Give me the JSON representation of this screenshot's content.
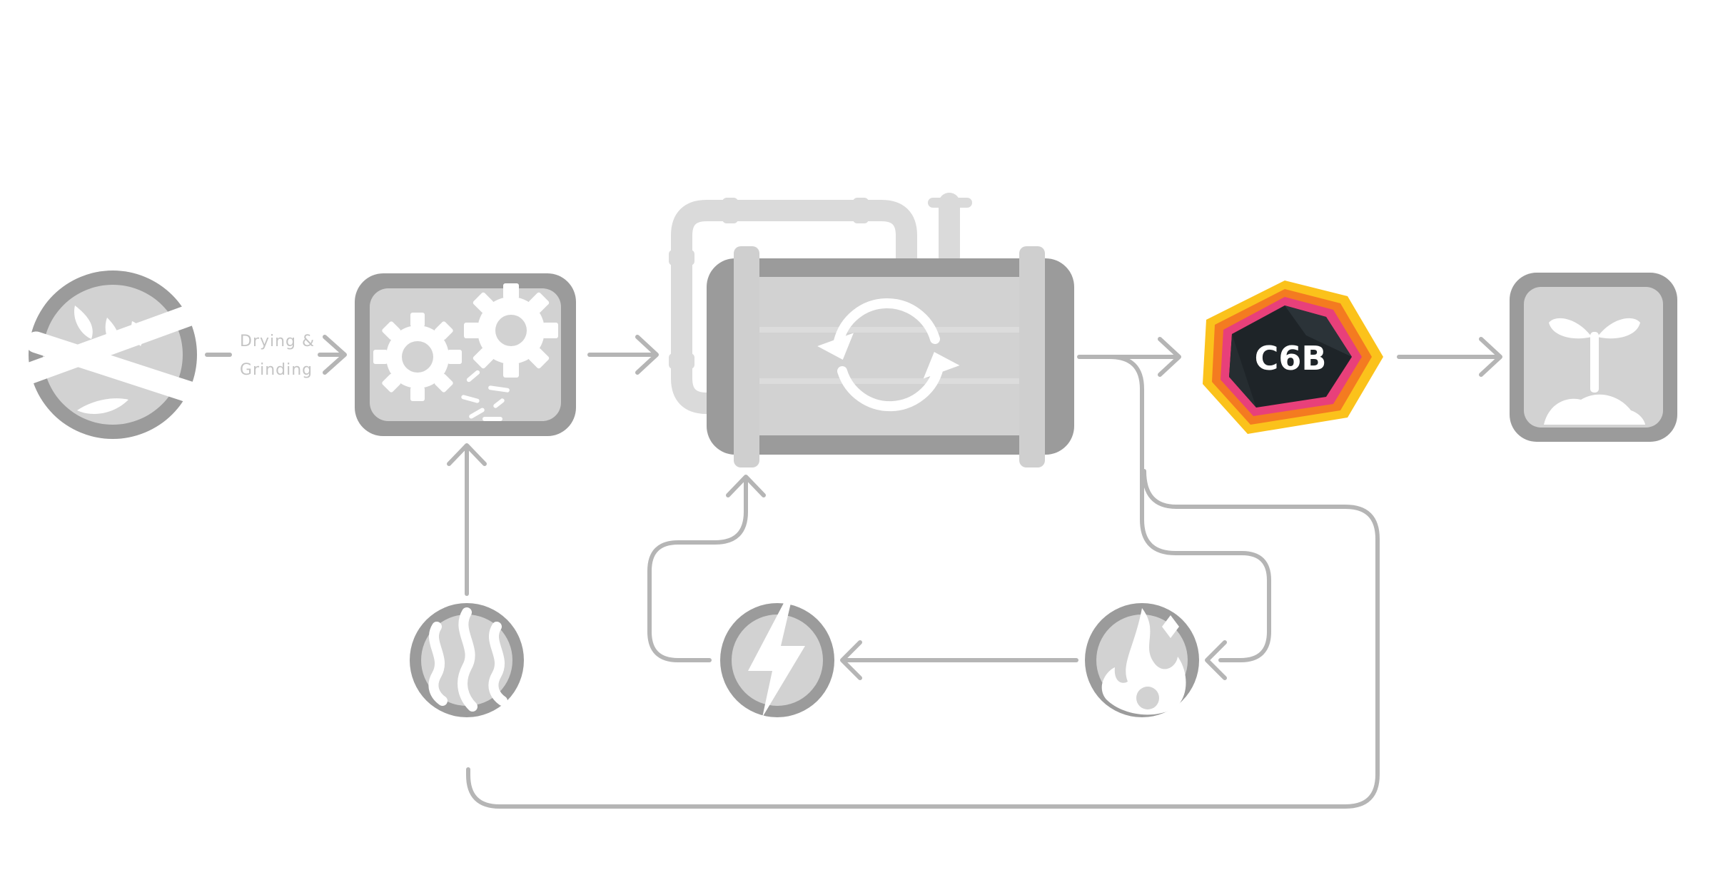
{
  "diagram": {
    "step1_label_line1": "Drying &",
    "step1_label_line2": "Grinding",
    "product_badge": "C6B"
  },
  "colors": {
    "node_outer": "#9b9b9b",
    "node_inner": "#d2d2d2",
    "connector": "#b5b5b5",
    "icon": "#ffffff",
    "badge_core": "#1e2428",
    "badge_ring_pink": "#e8407a",
    "badge_ring_orange": "#f47b20",
    "badge_ring_yellow": "#fbc21b"
  },
  "icons": {
    "feedstock": "wood-branch-icon",
    "grinder": "gears-icon",
    "reactor": "refresh-cycle-icon",
    "heat": "heat-waves-icon",
    "electricity": "lightning-icon",
    "syngas": "flame-icon",
    "application": "sprout-icon"
  }
}
